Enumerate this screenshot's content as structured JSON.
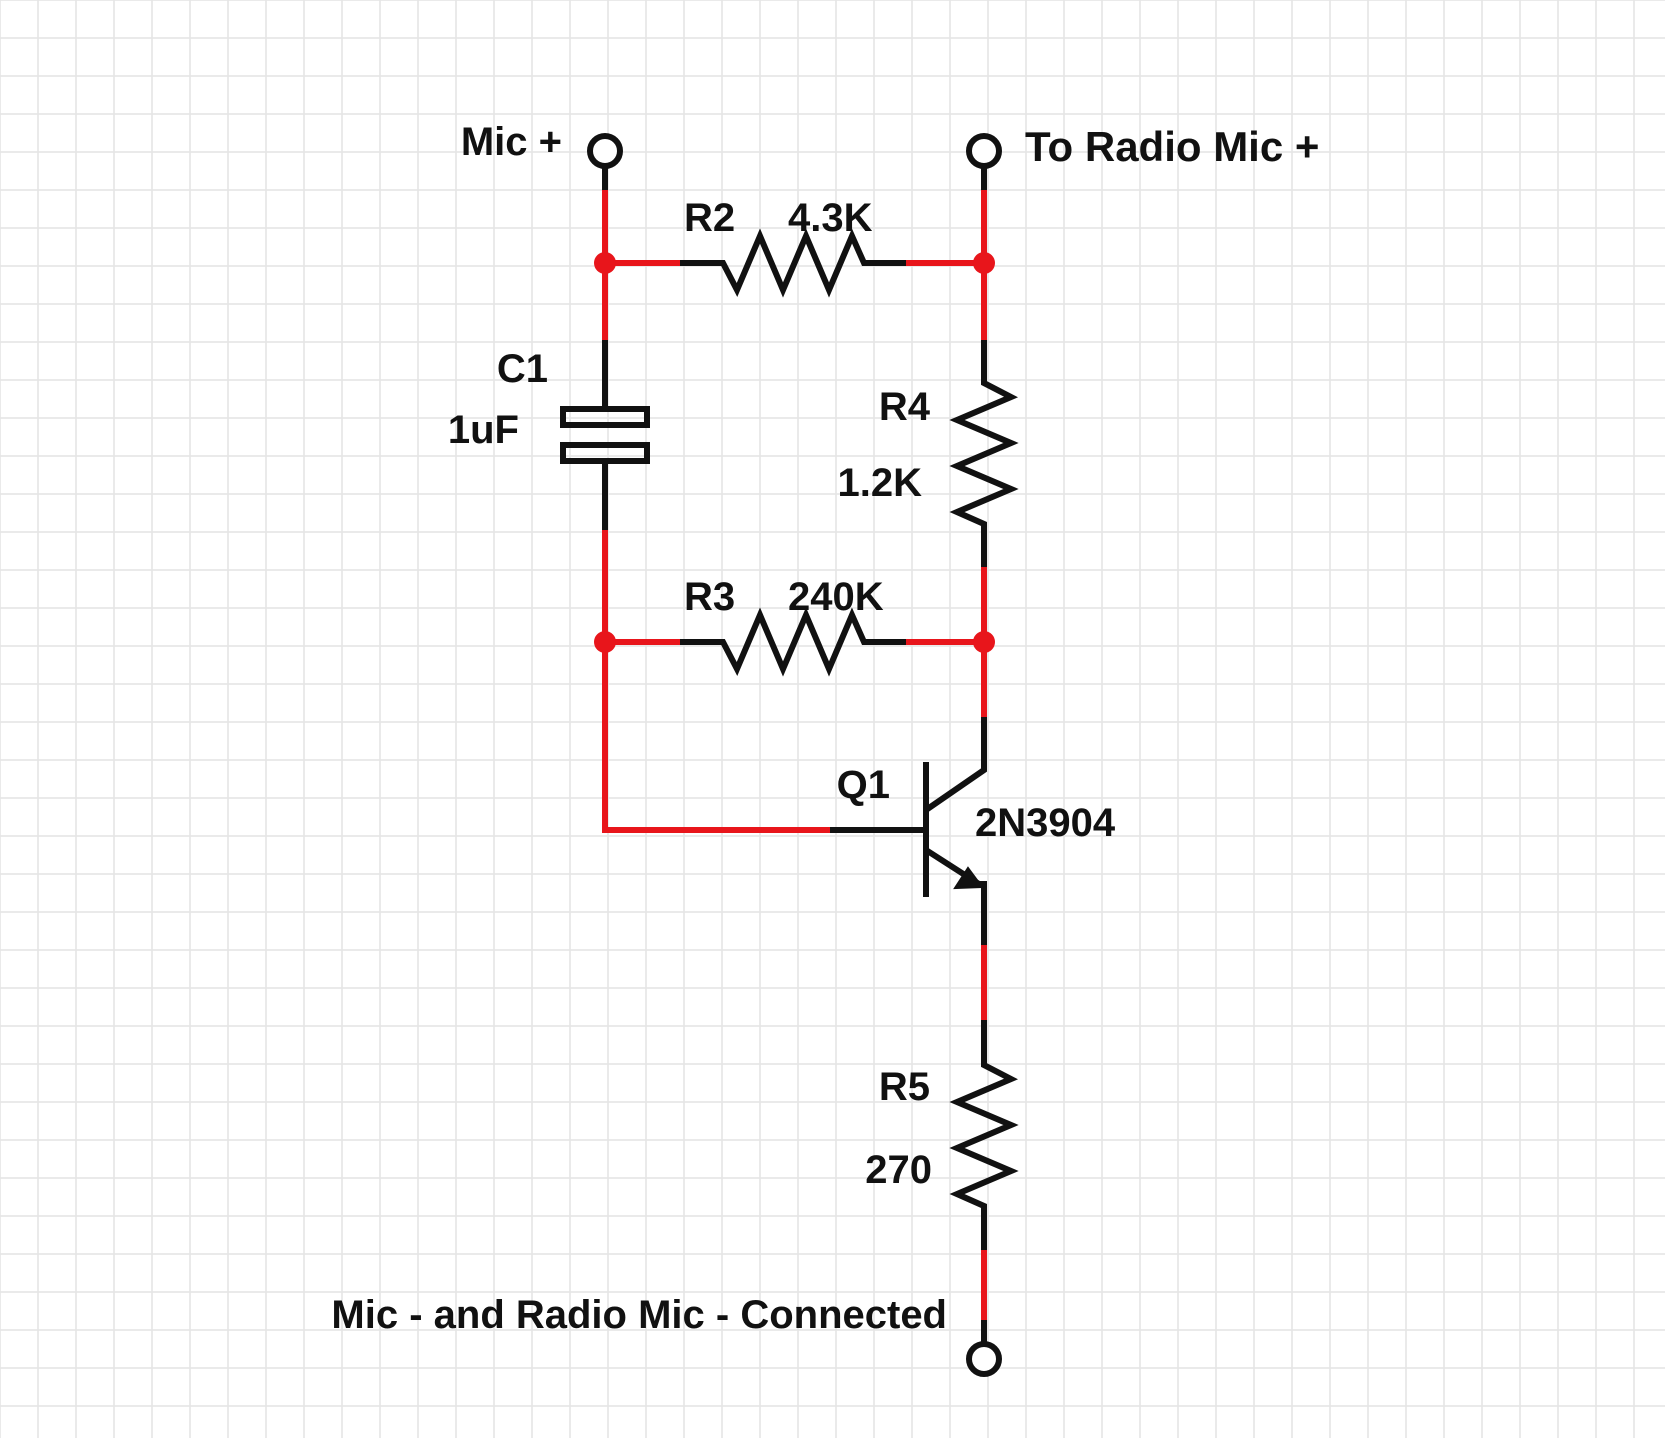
{
  "colors": {
    "wire": "#e8151b",
    "component": "#111111",
    "grid": "#e4e4e4",
    "background": "#ffffff"
  },
  "terminals": {
    "mic_plus": "Mic +",
    "radio_mic_plus": "To Radio Mic +",
    "ground": "Mic - and Radio Mic - Connected"
  },
  "components": {
    "r2": {
      "ref": "R2",
      "value": "4.3K"
    },
    "r3": {
      "ref": "R3",
      "value": "240K"
    },
    "r4": {
      "ref": "R4",
      "value": "1.2K"
    },
    "r5": {
      "ref": "R5",
      "value": "270"
    },
    "c1": {
      "ref": "C1",
      "value": "1uF"
    },
    "q1": {
      "ref": "Q1",
      "value": "2N3904"
    }
  }
}
